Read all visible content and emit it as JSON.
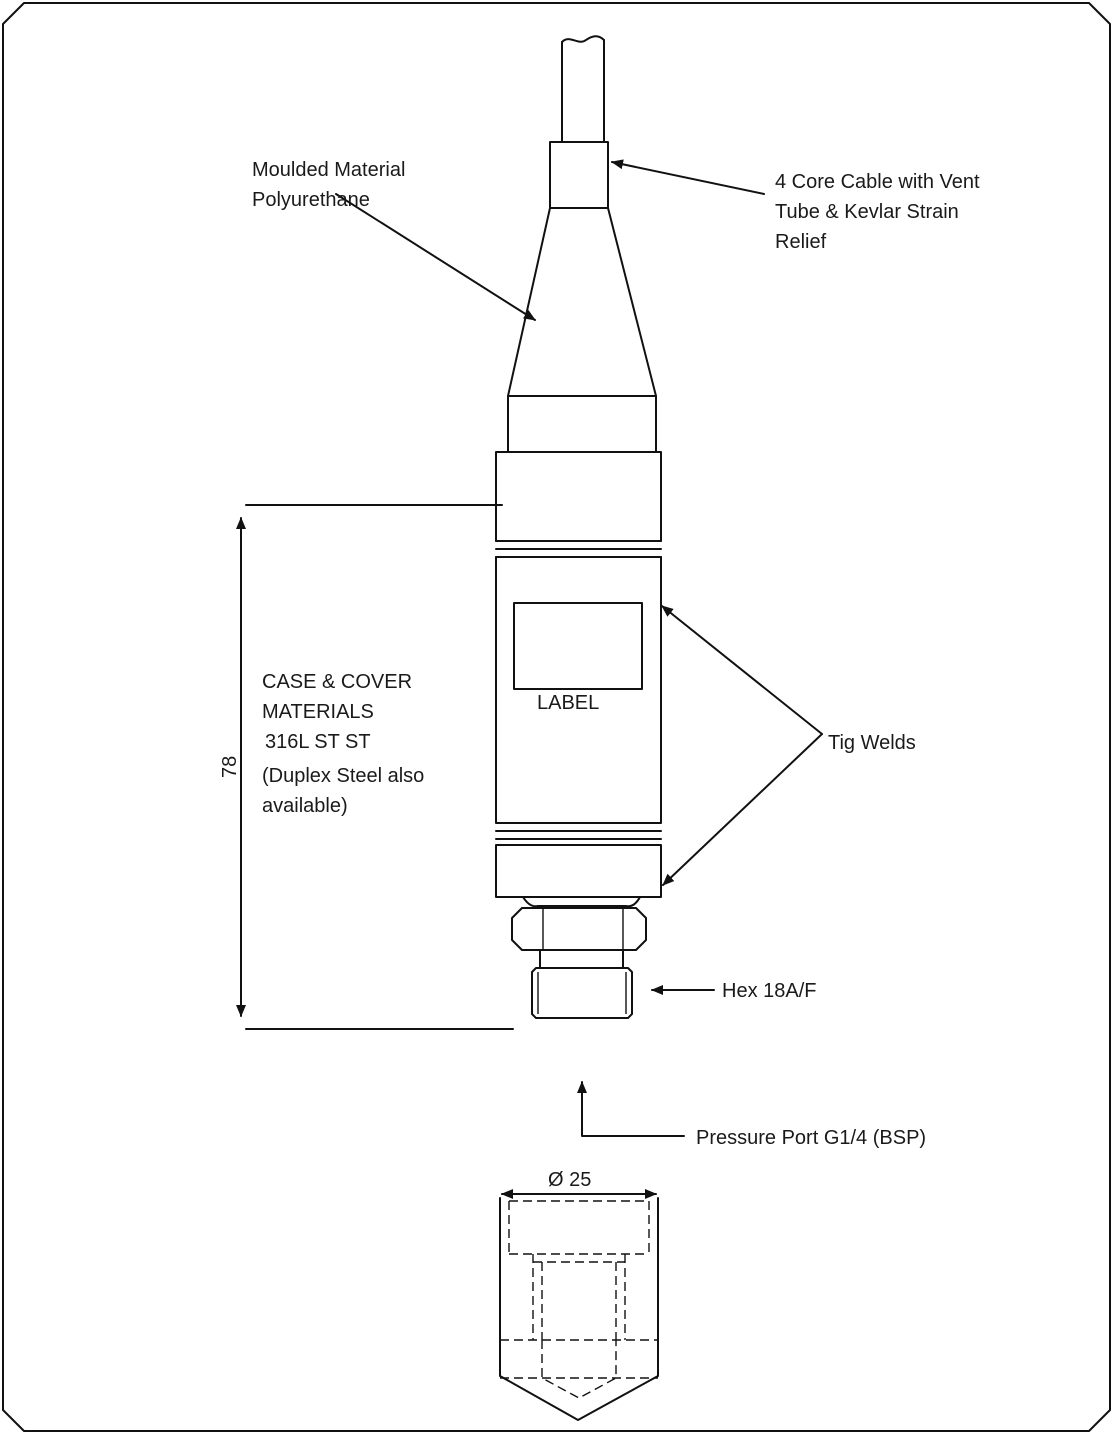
{
  "labels": {
    "moulded_line1": "Moulded Material",
    "moulded_line2": "Polyurethane",
    "cable_line1": "4 Core Cable with Vent",
    "cable_line2": "Tube & Kevlar Strain",
    "cable_line3": "Relief",
    "label_window": "LABEL",
    "case_line1": "CASE & COVER",
    "case_line2": "MATERIALS",
    "case_line3": "316L ST ST",
    "case_line4": "(Duplex Steel also",
    "case_line5": "available)",
    "dimension_78": "78",
    "tig_welds": "Tig Welds",
    "hex": "Hex 18A/F",
    "pressure_port": "Pressure Port G1/4 (BSP)",
    "diameter": "Ø 25"
  },
  "colors": {
    "line": "#111111",
    "text": "#1a1a1a",
    "background": "#ffffff"
  }
}
